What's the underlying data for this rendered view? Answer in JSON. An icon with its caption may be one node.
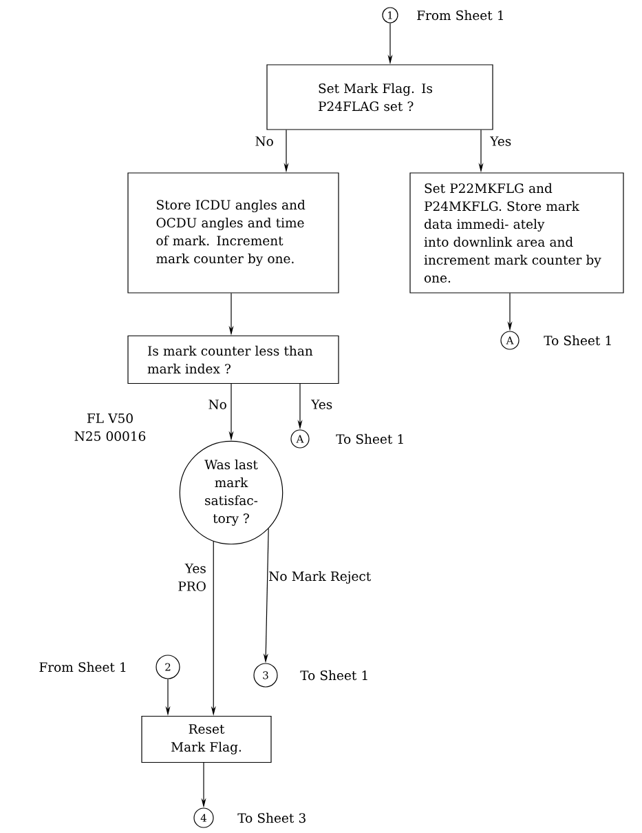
{
  "diagram": {
    "nodes": [
      {
        "text": [
          "1"
        ],
        "beside": [
          "From Sheet 1"
        ]
      },
      {
        "text": [
          "Set Mark Flag. Is P24FLAG set ?"
        ]
      },
      {
        "text": [
          "Store ICDU angles and OCDU angles and time of mark. Increment mark counter by one."
        ]
      },
      {
        "text": [
          "Set P22MKFLG and P24MKFLG. Store mark data immedi- ately into downlink area and increment mark counter by one."
        ]
      },
      {
        "text": [
          "A"
        ],
        "beside": [
          "To Sheet 1"
        ]
      },
      {
        "text": [
          "Is mark counter less than mark index ?"
        ]
      },
      {
        "text": [
          "A"
        ],
        "beside": [
          "To Sheet 1"
        ]
      },
      {
        "text": [
          "Was last mark satisfac- tory ?"
        ],
        "beside": [
          "FL V50 N25 00016"
        ]
      },
      {
        "text": [
          "2"
        ],
        "beside": [
          "From Sheet 1"
        ]
      },
      {
        "text": [
          "3"
        ],
        "beside": [
          "To Sheet 1"
        ]
      },
      {
        "text": [
          "Reset Mark Flag."
        ]
      },
      {
        "text": [
          "4"
        ],
        "beside": [
          "To Sheet 3"
        ]
      }
    ],
    "edges": [
      {
        "from": 0,
        "to": 1,
        "arrow": "to"
      },
      {
        "from": 1,
        "to": 2,
        "arrow": "to",
        "label": "No"
      },
      {
        "from": 1,
        "to": 3,
        "arrow": "to",
        "label": "Yes"
      },
      {
        "from": 3,
        "to": 4,
        "arrow": "to"
      },
      {
        "from": 2,
        "to": 5,
        "arrow": "to"
      },
      {
        "from": 5,
        "to": 7,
        "arrow": "to",
        "label": "No"
      },
      {
        "from": 5,
        "to": 6,
        "arrow": "to",
        "label": "Yes"
      },
      {
        "from": 7,
        "to": 10,
        "arrow": "to",
        "label": "Yes PRO"
      },
      {
        "from": 7,
        "to": 9,
        "arrow": "to",
        "label": "No Mark Reject"
      },
      {
        "from": 8,
        "to": 10,
        "arrow": "to"
      },
      {
        "from": 10,
        "to": 11,
        "arrow": "to"
      }
    ]
  }
}
